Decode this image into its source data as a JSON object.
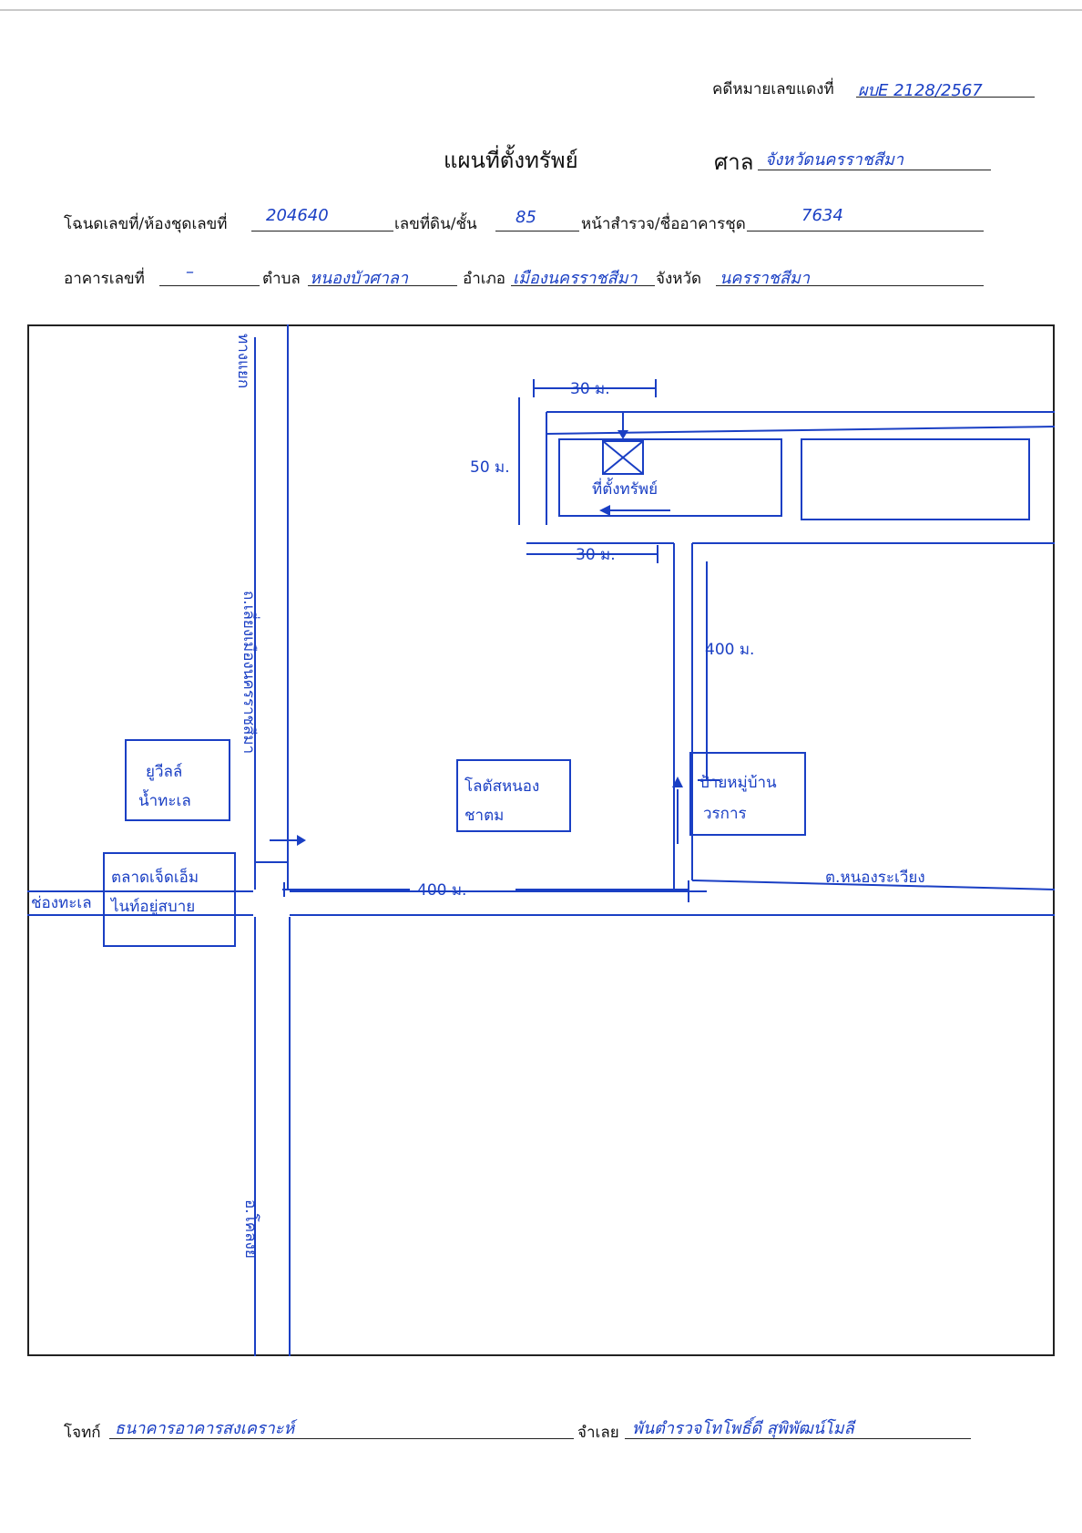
{
  "header": {
    "case_label": "คดีหมายเลขแดงที่",
    "case_number": "ผบE 2128/2567",
    "title": "แผนที่ตั้งทรัพย์",
    "court_label": "ศาล",
    "court_value": "จังหวัดนครราชสีมา"
  },
  "deed_row": {
    "deed_label": "โฉนดเลขที่/ห้องชุดเลขที่",
    "deed_value": "204640",
    "land_no_label": "เลขที่ดิน/ชั้น",
    "land_no_value": "85",
    "survey_label": "หน้าสำรวจ/ชื่ออาคารชุด",
    "survey_value": "7634"
  },
  "location_row": {
    "building_label": "อาคารเลขที่",
    "building_value": "–",
    "subdistrict_label": "ตำบล",
    "subdistrict_value": "หนองบัวศาลา",
    "district_label": "อำเภอ",
    "district_value": "เมืองนครราชสีมา",
    "province_label": "จังหวัด",
    "province_value": "นครราชสีมา"
  },
  "map": {
    "road_top_left": "ทางแยก",
    "road_vertical_main": "ถ.เลี่ยงเมืองนครราชสีมา",
    "road_bottom": "อ.โคลงย",
    "road_left": "ช่องทะเล",
    "road_right": "ต.หนองระเวียง",
    "place_1_line1": "ยูวีลล์",
    "place_1_line2": "น้ำทะเล",
    "place_2_line1": "ตลาดเจ็ดเอ็ม",
    "place_2_line2": "ไนท์อยู่สบาย",
    "place_3_line1": "โลตัสหนอง",
    "place_3_line2": "ชาตม",
    "place_4_line1": "ป้ายหมู่บ้าน",
    "place_4_line2": "วรการ",
    "property_label": "ที่ตั้งทรัพย์",
    "dim_top": "30 ม.",
    "dim_side": "50 ม.",
    "dim_mid": "30 ม.",
    "dim_vertical": "400 ม.",
    "dim_horizontal": "400 ม."
  },
  "footer": {
    "plaintiff_label": "โจทก์",
    "plaintiff_value": "ธนาคารอาคารสงเคราะห์",
    "defendant_label": "จำเลย",
    "defendant_value": "พันตำรวจโทโพธิ์ดี สุพิพัฒน์โมลี"
  },
  "colors": {
    "ink": "#1a3fc4",
    "print": "#111111"
  }
}
